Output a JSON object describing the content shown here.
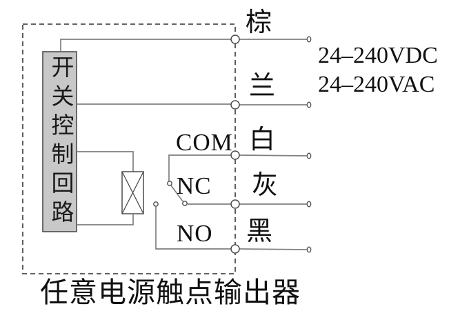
{
  "diagram": {
    "type": "wiring-diagram",
    "control_box_label": "开关控制回路",
    "wire_labels": {
      "brown": "棕",
      "blue": "兰",
      "white": "白",
      "gray": "灰",
      "black": "黑"
    },
    "contact_labels": {
      "com": "COM",
      "nc": "NC",
      "no": "NO"
    },
    "power_ratings": {
      "dc": "24–240VDC",
      "ac": "24–240VAC"
    },
    "caption": "任意电源触点输出器",
    "colors": {
      "background": "#ffffff",
      "control_box_fill": "#c8c8c8",
      "outline_dark": "#4c4c4c",
      "wire_gray": "#7f7f7f",
      "text": "#111111"
    }
  }
}
